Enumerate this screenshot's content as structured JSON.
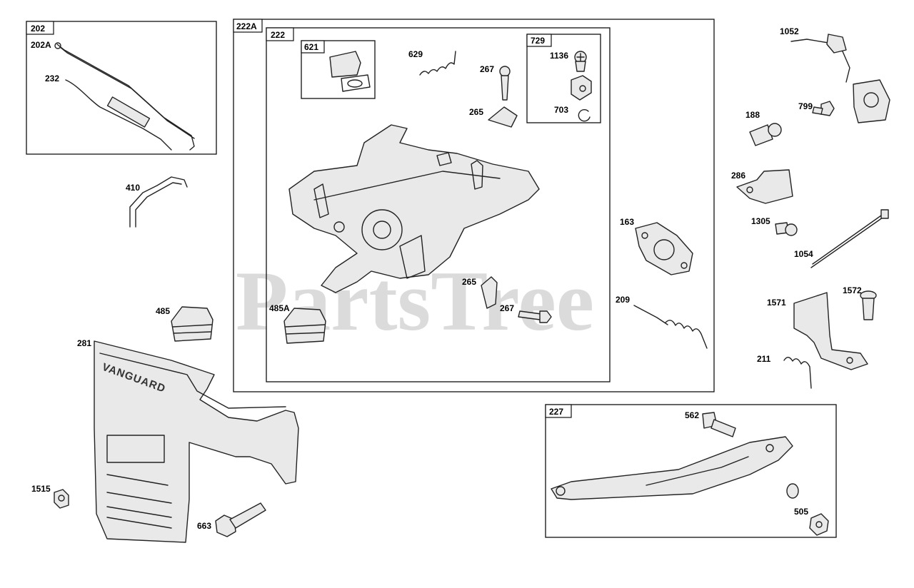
{
  "watermark": "PartsTree",
  "engraving": "VANGUARD",
  "groups": {
    "g202": "202",
    "g222A": "222A",
    "g222": "222",
    "g621": "621",
    "g729": "729",
    "g227": "227"
  },
  "labels": {
    "p202A": "202A",
    "p232": "232",
    "p410": "410",
    "p485": "485",
    "p281": "281",
    "p1515": "1515",
    "p663": "663",
    "p629": "629",
    "p267a": "267",
    "p1136": "1136",
    "p703": "703",
    "p265a": "265",
    "p265b": "265",
    "p267b": "267",
    "p485A": "485A",
    "p163": "163",
    "p209": "209",
    "p1052": "1052",
    "p188": "188",
    "p799": "799",
    "p286": "286",
    "p1305": "1305",
    "p1054": "1054",
    "p1571": "1571",
    "p1572": "1572",
    "p211": "211",
    "p562": "562",
    "p505": "505"
  }
}
